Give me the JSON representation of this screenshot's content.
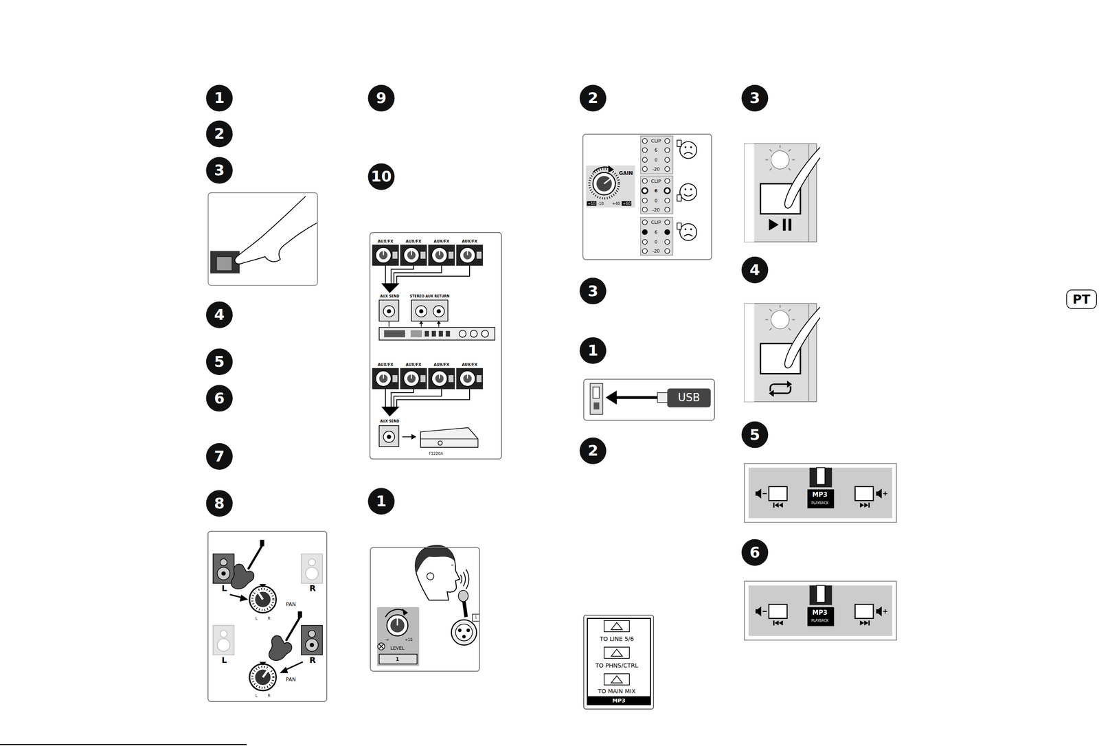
{
  "diagram": {
    "nodes": [
      {
        "text": [
          "L",
          "R",
          "PAN",
          "L",
          "R",
          "L",
          "R",
          "PAN",
          "L",
          "R"
        ]
      },
      {
        "text": [
          "AUX/FX",
          "AUX/FX",
          "AUX/FX",
          "AUX/FX",
          "AUX SEND",
          "STEREO AUX RETURN",
          "AUX/FX",
          "AUX/FX",
          "AUX/FX",
          "AUX/FX",
          "AUX SEND",
          "F1220A"
        ]
      },
      {
        "text": [
          "LEVEL",
          "1",
          "-∞",
          "+15",
          "1"
        ]
      },
      {
        "text": [
          "GAIN",
          "+10",
          "-10",
          "+40",
          "+60",
          "CLIP",
          "6",
          "0",
          "-20",
          "CLIP",
          "6",
          "0",
          "-20",
          "CLIP",
          "6",
          "0",
          "-20"
        ]
      },
      {
        "text": [
          "USB"
        ]
      },
      {
        "text": [
          "TO LINE 5/6",
          "TO PHNS/CTRL",
          "TO MAIN MIX",
          "MP3"
        ]
      },
      {
        "text": [
          "MP3",
          "PLAYBACK"
        ]
      },
      {
        "text": [
          "MP3",
          "PLAYBACK"
        ]
      },
      {
        "text": [
          "PT"
        ]
      }
    ],
    "labels": [
      "1",
      "2",
      "3",
      "4",
      "5",
      "6",
      "7",
      "8",
      "9",
      "10",
      "1",
      "2",
      "3",
      "1",
      "2",
      "3",
      "4",
      "5",
      "6"
    ]
  }
}
